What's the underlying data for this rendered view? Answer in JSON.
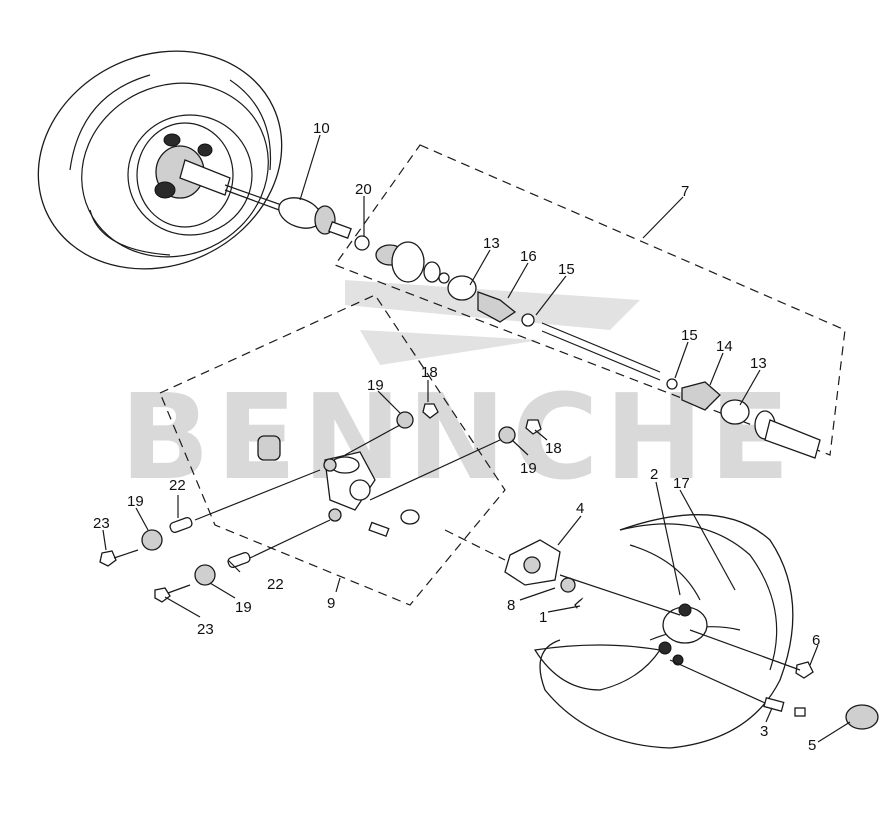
{
  "watermark": "BENNCHE",
  "callouts": {
    "c1": "1",
    "c2": "2",
    "c3": "3",
    "c4": "4",
    "c5": "5",
    "c6": "6",
    "c7": "7",
    "c8": "8",
    "c9": "9",
    "c10": "10",
    "c13a": "13",
    "c13b": "13",
    "c14": "14",
    "c15a": "15",
    "c15b": "15",
    "c16": "16",
    "c17": "17",
    "c18a": "18",
    "c18b": "18",
    "c19a": "19",
    "c19b": "19",
    "c19c": "19",
    "c19d": "19",
    "c20": "20",
    "c22a": "22",
    "c22b": "22",
    "c23a": "23",
    "c23b": "23"
  }
}
